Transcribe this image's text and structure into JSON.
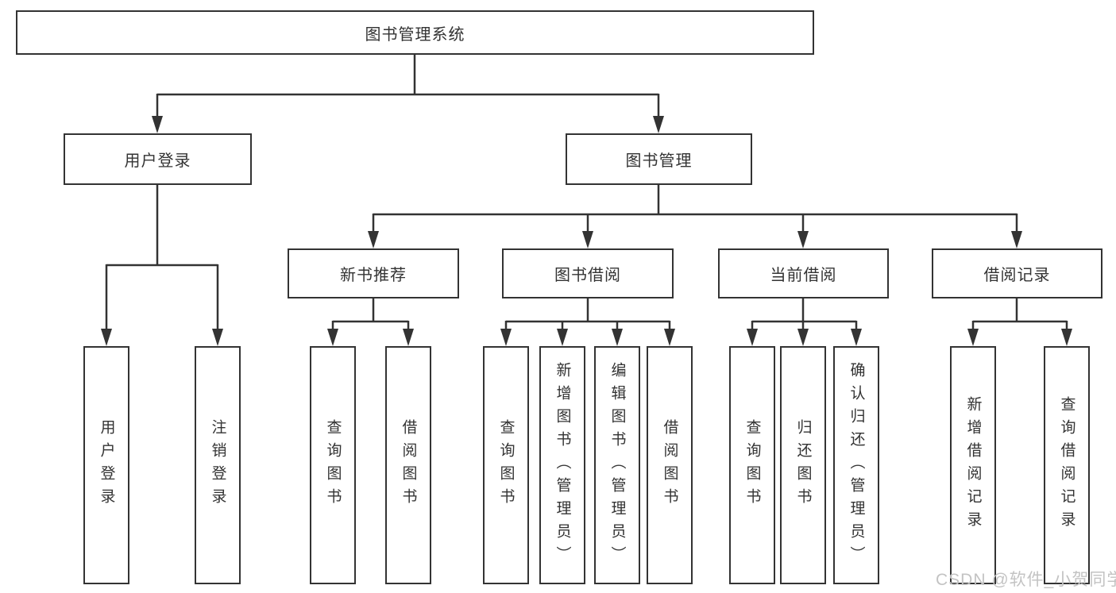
{
  "diagram": {
    "root": {
      "label": "图书管理系统",
      "children": [
        {
          "label": "用户登录",
          "children": [
            {
              "label": "用户登录"
            },
            {
              "label": "注销登录"
            }
          ]
        },
        {
          "label": "图书管理",
          "children": [
            {
              "label": "新书推荐",
              "children": [
                {
                  "label": "查询图书"
                },
                {
                  "label": "借阅图书"
                }
              ]
            },
            {
              "label": "图书借阅",
              "children": [
                {
                  "label": "查询图书"
                },
                {
                  "label": "新增图书（管理员）"
                },
                {
                  "label": "编辑图书（管理员）"
                },
                {
                  "label": "借阅图书"
                }
              ]
            },
            {
              "label": "当前借阅",
              "children": [
                {
                  "label": "查询图书"
                },
                {
                  "label": "归还图书"
                },
                {
                  "label": "确认归还（管理员）"
                }
              ]
            },
            {
              "label": "借阅记录",
              "children": [
                {
                  "label": "新增借阅记录"
                },
                {
                  "label": "查询借阅记录"
                }
              ]
            }
          ]
        }
      ]
    },
    "colors": {
      "line": "#333333",
      "box_border": "#333333",
      "box_fill": "#ffffff",
      "text": "#333333",
      "watermark": "#c3c3c3",
      "background": "#ffffff"
    }
  },
  "watermark": {
    "text": "CSDN @软件_小贺同学"
  }
}
